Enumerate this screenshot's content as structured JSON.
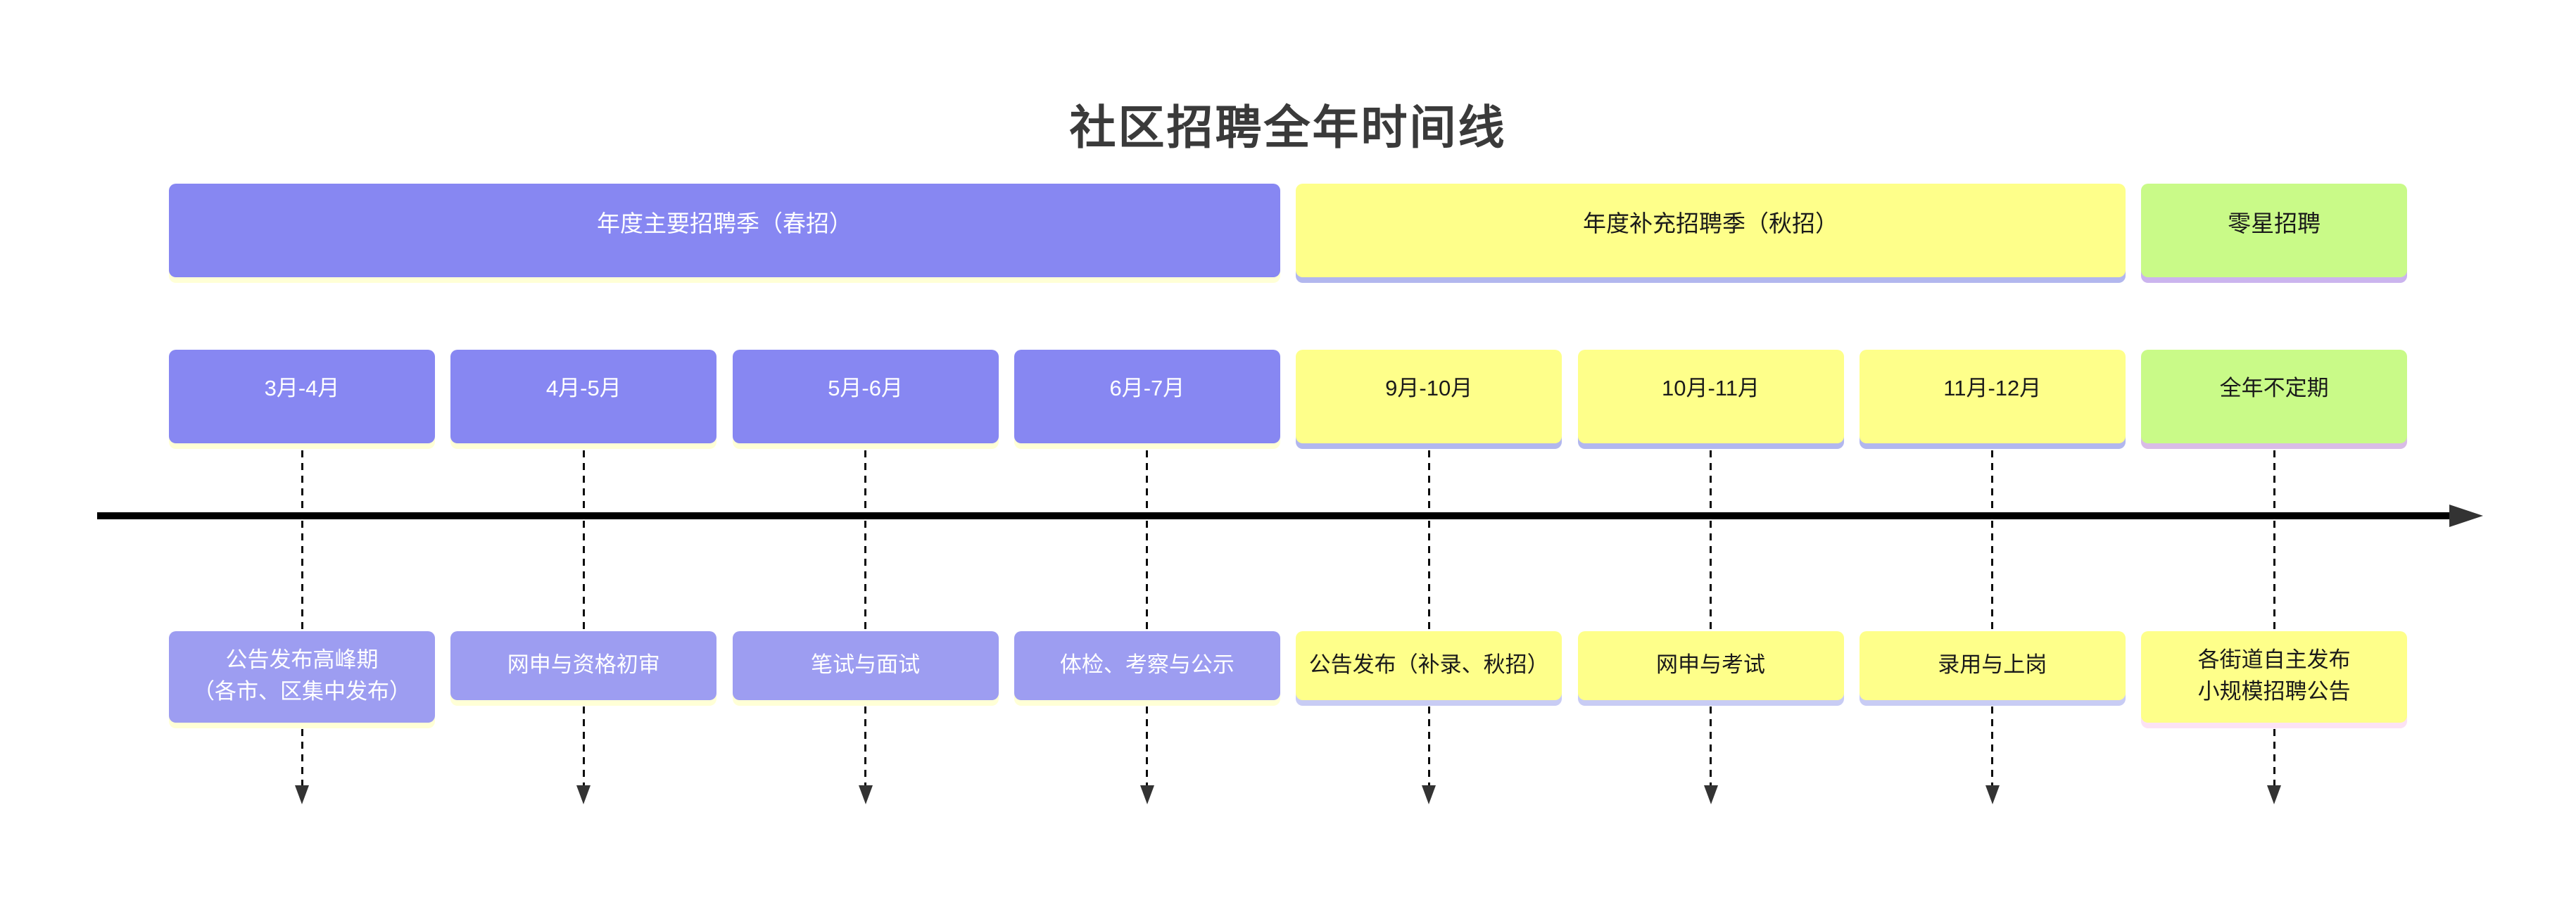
{
  "title": "社区招聘全年时间线",
  "palette": {
    "purple": "#8787f2",
    "purple_light": "#9d9df1",
    "yellow": "#feff8a",
    "green": "#c9fa88",
    "shadow_yellow": "#ffffd6",
    "shadow_lavender": "#b2b7ee",
    "shadow_lavender_light": "#c8ccf4",
    "shadow_violet": "#cbb4ee",
    "shadow_mauve": "#d9bce6",
    "shadow_pink": "#fce2f4",
    "axis_color": "#000000",
    "arrow_color": "#333333",
    "title_color": "#3a3a3a",
    "text_on_purple": "#ffffff",
    "text_on_yellow": "#1a1a1a"
  },
  "phases": [
    {
      "label": "年度主要招聘季（春招）",
      "span": 4,
      "theme": "purple",
      "shadow": "shadow_yellow"
    },
    {
      "label": "年度补充招聘季（秋招）",
      "span": 3,
      "theme": "yellow",
      "shadow": "shadow_lavender"
    },
    {
      "label": "零星招聘",
      "span": 1,
      "theme": "green",
      "shadow": "shadow_violet"
    }
  ],
  "columns": [
    {
      "period": "3月-4月",
      "period_theme": "purple",
      "period_shadow": "shadow_yellow",
      "activity_lines": [
        "公告发布高峰期",
        "（各市、区集中发布）"
      ],
      "activity_theme": "purple_light",
      "activity_shadow": "shadow_yellow",
      "tall": true
    },
    {
      "period": "4月-5月",
      "period_theme": "purple",
      "period_shadow": "shadow_yellow",
      "activity_lines": [
        "网申与资格初审"
      ],
      "activity_theme": "purple_light",
      "activity_shadow": "shadow_yellow",
      "tall": false
    },
    {
      "period": "5月-6月",
      "period_theme": "purple",
      "period_shadow": "shadow_yellow",
      "activity_lines": [
        "笔试与面试"
      ],
      "activity_theme": "purple_light",
      "activity_shadow": "shadow_yellow",
      "tall": false
    },
    {
      "period": "6月-7月",
      "period_theme": "purple",
      "period_shadow": "shadow_yellow",
      "activity_lines": [
        "体检、考察与公示"
      ],
      "activity_theme": "purple_light",
      "activity_shadow": "shadow_yellow",
      "tall": false
    },
    {
      "period": "9月-10月",
      "period_theme": "yellow",
      "period_shadow": "shadow_lavender",
      "activity_lines": [
        "公告发布（补录、秋招）"
      ],
      "activity_theme": "yellow",
      "activity_shadow": "shadow_lavender_light",
      "tall": false
    },
    {
      "period": "10月-11月",
      "period_theme": "yellow",
      "period_shadow": "shadow_lavender",
      "activity_lines": [
        "网申与考试"
      ],
      "activity_theme": "yellow",
      "activity_shadow": "shadow_lavender_light",
      "tall": false
    },
    {
      "period": "11月-12月",
      "period_theme": "yellow",
      "period_shadow": "shadow_lavender",
      "activity_lines": [
        "录用与上岗"
      ],
      "activity_theme": "yellow",
      "activity_shadow": "shadow_lavender_light",
      "tall": false
    },
    {
      "period": "全年不定期",
      "period_theme": "green",
      "period_shadow": "shadow_mauve",
      "activity_lines": [
        "各街道自主发布",
        "小规模招聘公告"
      ],
      "activity_theme": "yellow",
      "activity_shadow": "shadow_pink",
      "tall": true
    }
  ]
}
